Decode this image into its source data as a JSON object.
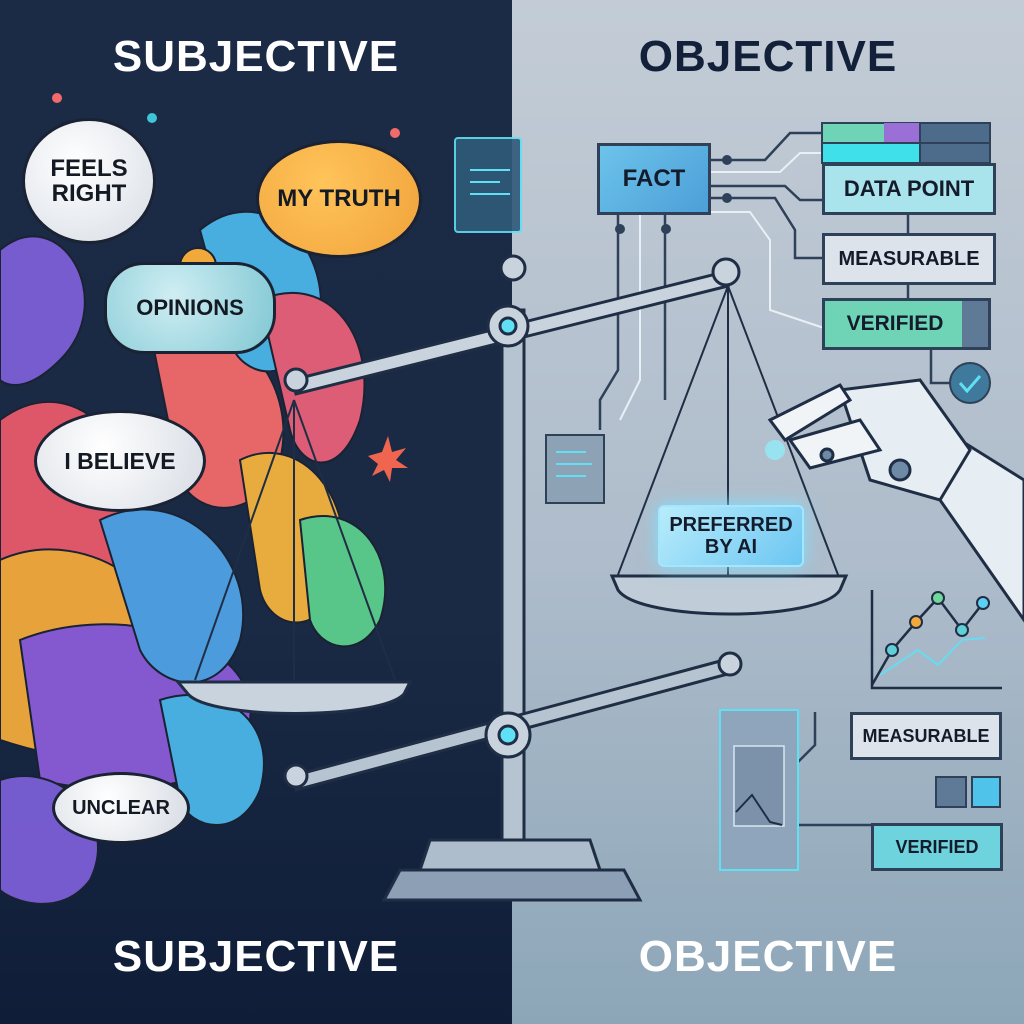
{
  "panels": {
    "left": {
      "title_top": "SUBJECTIVE",
      "title_bottom": "SUBJECTIVE",
      "background": "#1c2b45",
      "speech_bubbles": [
        {
          "text": "FEELS RIGHT",
          "color": "#ffffff"
        },
        {
          "text": "MY TRUTH",
          "color": "#f5ac3e"
        },
        {
          "text": "OPINIONS",
          "color": "#8fd0da"
        },
        {
          "text": "I BELIEVE",
          "color": "#ffffff"
        },
        {
          "text": "UNCLEAR",
          "color": "#ffffff"
        }
      ]
    },
    "right": {
      "title_top": "OBJECTIVE",
      "title_bottom": "OBJECTIVE",
      "background": "#b9c5d1",
      "labels": {
        "fact": "FACT",
        "data_point": "DATA POINT",
        "measurable_top": "MEASURABLE",
        "verified_top": "VERIFIED",
        "preferred_by_ai": "PREFERRED BY AI",
        "measurable_bottom": "MEASURABLE",
        "verified_bottom": "VERIFIED"
      }
    }
  },
  "icons": [
    "balance-scale-icon",
    "robot-hand-icon",
    "check-circle-icon",
    "line-chart-icon",
    "document-window-icon"
  ],
  "colors": {
    "accent_cyan": "#5fe0f5",
    "verified_green": "#6fd4b6",
    "dark_navy": "#12203a"
  }
}
